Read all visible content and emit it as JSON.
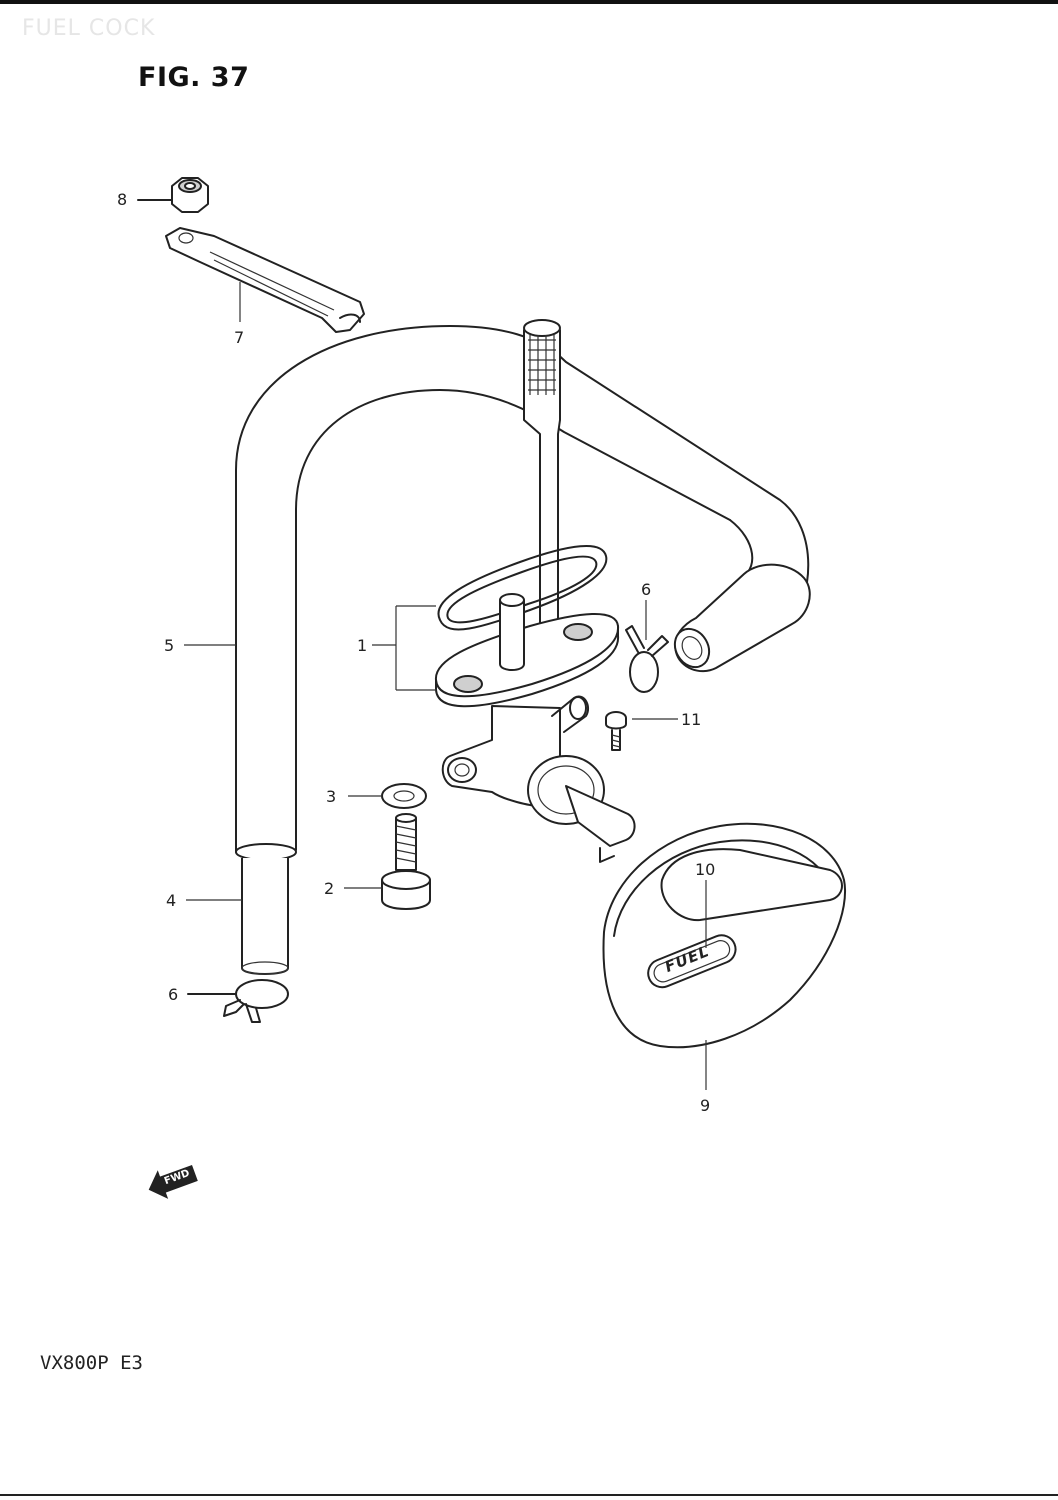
{
  "header": {
    "ghost_title": "FUEL COCK",
    "figure_label": "FIG. 37"
  },
  "footer": {
    "model_code": "VX800P  E3"
  },
  "callouts": {
    "p1": "1",
    "p2": "2",
    "p3": "3",
    "p4": "4",
    "p5": "5",
    "p6a": "6",
    "p6b": "6",
    "p7": "7",
    "p8": "8",
    "p9": "9",
    "p10": "10",
    "p11": "11"
  },
  "parts_text": {
    "fuel_cap_label": "FUEL",
    "forward_arrow": "FWD"
  },
  "icons": {
    "forward": "forward-arrow-icon"
  }
}
